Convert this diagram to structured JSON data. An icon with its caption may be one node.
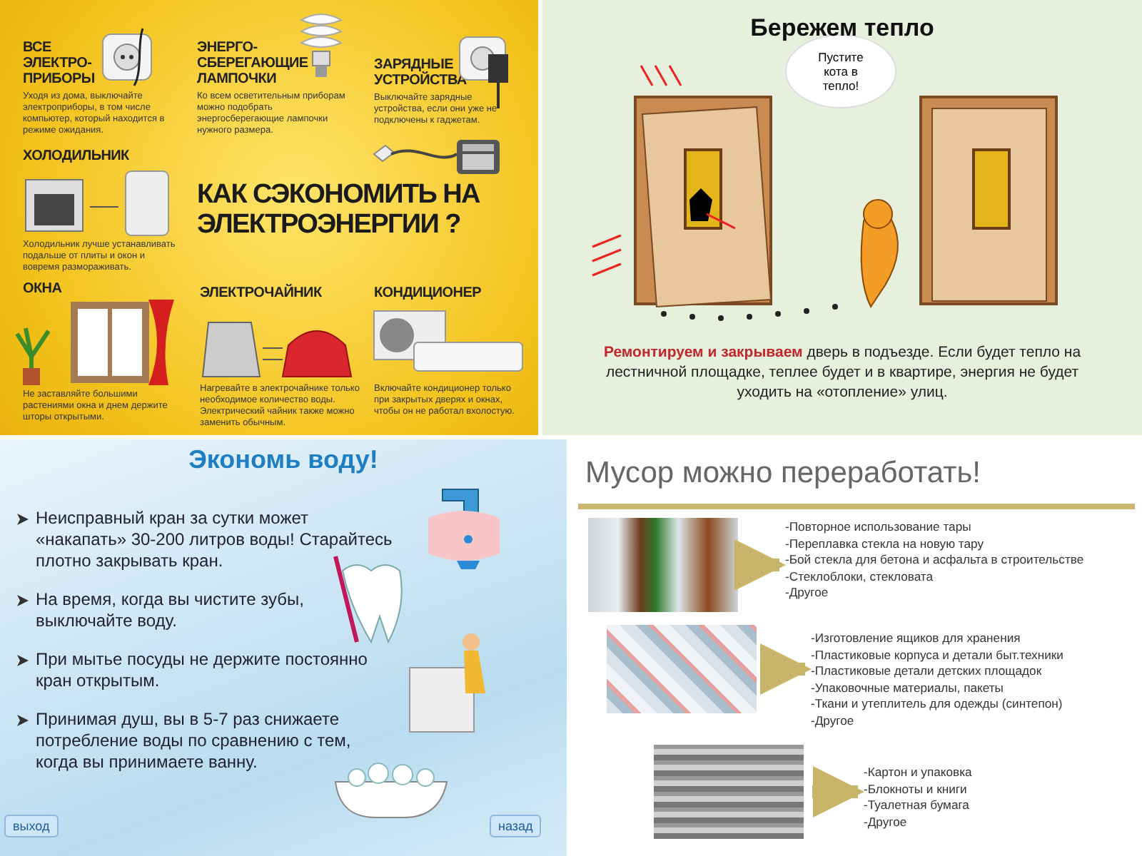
{
  "diagram": {
    "nodes": [
      {
        "text": [
          "КАК СЭКОНОМИТЬ НА ЭЛЕКТРОЭНЕРГИИ ?"
        ]
      },
      {
        "text": [
          "ВСЕ ЭЛЕКТРО- ПРИБОРЫ",
          "Уходя из дома, выключайте электроприборы, в том числе компьютер, который находится в режиме ожидания."
        ],
        "in": 0
      },
      {
        "text": [
          "ЭНЕРГО- СБЕРЕГАЮЩИЕ ЛАМПОЧКИ",
          "Ко всем осветительным приборам можно подобрать энергосберегающие лампочки нужного размера."
        ],
        "in": 0
      },
      {
        "text": [
          "ЗАРЯДНЫЕ УСТРОЙСТВА",
          "Выключайте зарядные устройства, если они уже не подключены к гаджетам."
        ],
        "in": 0
      },
      {
        "text": [
          "ХОЛОДИЛЬНИК",
          "Холодильник лучше устанавливать подальше от плиты и окон и вовремя размораживать."
        ],
        "in": 0
      },
      {
        "text": [
          "ОКНА",
          "Не заставляйте большими растениями окна и днем держите шторы открытыми."
        ],
        "in": 0
      },
      {
        "text": [
          "ЭЛЕКТРОЧАЙНИК",
          "Нагревайте в электрочайнике только необходимое количество воды. Электрический чайник также можно заменить обычным."
        ],
        "in": 0
      },
      {
        "text": [
          "КОНДИЦИОНЕР",
          "Включайте кондиционер только при закрытых дверях и окнах, чтобы он не работал вхолостую."
        ],
        "in": 0
      },
      {
        "text": [
          "Бережем тепло",
          "**Ремонтируем и закрываем** дверь в подъезде. Если будет тепло на лестничной площадке, теплее будет и в квартире, энергия не будет уходить на «отопление» улиц."
        ]
      },
      {
        "text": [
          "Пустите кота в тепло!"
        ],
        "in": 8
      },
      {
        "text": [
          "Экономь воду!",
          "Неисправный кран за сутки может «накапать» 30-200 литров воды! Старайтесь плотно закрывать кран.",
          "На время, когда вы чистите зубы, выключайте воду.",
          "При мытье посуды не держите постоянно кран открытым.",
          "Принимая душ, вы в 5-7 раз снижаете потребление воды по сравнению с тем, когда вы принимаете ванну."
        ]
      },
      {
        "text": [
          "Мусор можно переработать!"
        ]
      },
      {
        "text": [],
        "shape": "picture",
        "in": 11
      },
      {
        "text": [
          "-Повторное использование тары",
          "-Переплавка стекла на новую тару",
          "-Бой стекла для бетона и асфальта в строительстве",
          "-Стеклоблоки, стекловата",
          "-Другое"
        ],
        "in": 11
      },
      {
        "text": [],
        "shape": "picture",
        "in": 11
      },
      {
        "text": [
          "-Изготовление ящиков для хранения",
          "-Пластиковые корпуса и детали быт.техники",
          "-Пластиковые детали детских площадок",
          "-Упаковочные материалы, пакеты",
          "-Ткани и утеплитель для одежды (синтепон)",
          "-Другое"
        ],
        "in": 11
      },
      {
        "text": [],
        "shape": "picture",
        "in": 11
      },
      {
        "text": [
          "-Картон и упаковка",
          "-Блокноты и книги",
          "-Туалетная бумага",
          "-Другое"
        ],
        "in": 11
      }
    ],
    "edges": [
      {
        "from": 12,
        "to": 13,
        "arrow": "to"
      },
      {
        "from": 14,
        "to": 15,
        "arrow": "to"
      },
      {
        "from": 16,
        "to": 17,
        "arrow": "to"
      }
    ],
    "labels": [
      "выход",
      "назад"
    ]
  }
}
